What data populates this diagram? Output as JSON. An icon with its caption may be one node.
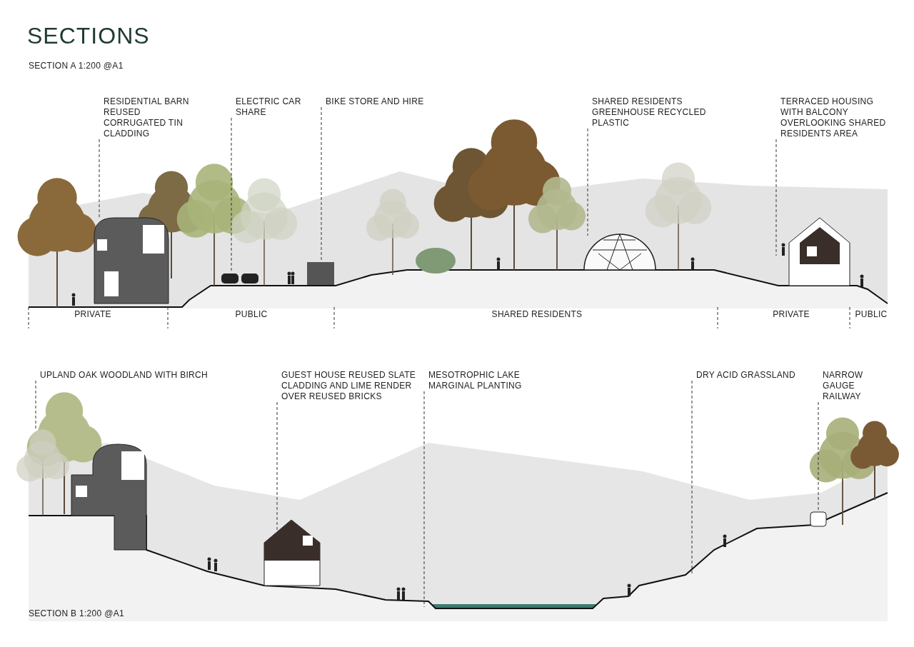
{
  "diagram": {
    "title": "SECTIONS",
    "nodes": [
      {
        "text": [
          "RESIDENTIAL BARN REUSED CORRUGATED TIN CLADDING"
        ]
      },
      {
        "text": [
          "ELECTRIC CAR SHARE"
        ]
      },
      {
        "text": [
          "BIKE STORE AND HIRE"
        ]
      },
      {
        "text": [
          "SHARED RESIDENTS GREENHOUSE RECYCLED PLASTIC"
        ]
      },
      {
        "text": [
          "TERRACED HOUSING WITH BALCONY OVERLOOKING SHARED RESIDENTS AREA"
        ]
      },
      {
        "text": [
          "UPLAND OAK WOODLAND WITH BIRCH"
        ]
      },
      {
        "text": [
          "GUEST HOUSE REUSED SLATE CLADDING AND LIME RENDER OVER REUSED BRICKS"
        ]
      },
      {
        "text": [
          "MESOTROPHIC LAKE MARGINAL PLANTING"
        ]
      },
      {
        "text": [
          "DRY ACID GRASSLAND"
        ]
      },
      {
        "text": [
          "NARROW GAUGE RAILWAY"
        ]
      }
    ],
    "edges": [
      {
        "from": 0,
        "to": null,
        "arrow": "none",
        "style": "dashed"
      },
      {
        "from": 1,
        "to": null,
        "arrow": "none",
        "style": "dashed"
      },
      {
        "from": 2,
        "to": null,
        "arrow": "none",
        "style": "dashed"
      },
      {
        "from": 3,
        "to": null,
        "arrow": "none",
        "style": "dashed"
      },
      {
        "from": 4,
        "to": null,
        "arrow": "none",
        "style": "dashed"
      },
      {
        "from": 5,
        "to": null,
        "arrow": "none",
        "style": "dashed"
      },
      {
        "from": 6,
        "to": null,
        "arrow": "none",
        "style": "dashed"
      },
      {
        "from": 7,
        "to": null,
        "arrow": "none",
        "style": "dashed"
      },
      {
        "from": 8,
        "to": null,
        "arrow": "none",
        "style": "dashed"
      },
      {
        "from": 9,
        "to": null,
        "arrow": "none",
        "style": "dashed"
      }
    ],
    "labels": [
      "SECTION A 1:200 @A1",
      "PRIVATE",
      "PUBLIC",
      "SHARED RESIDENTS",
      "PRIVATE",
      "PUBLIC",
      "SECTION B 1:200 @A1"
    ]
  }
}
